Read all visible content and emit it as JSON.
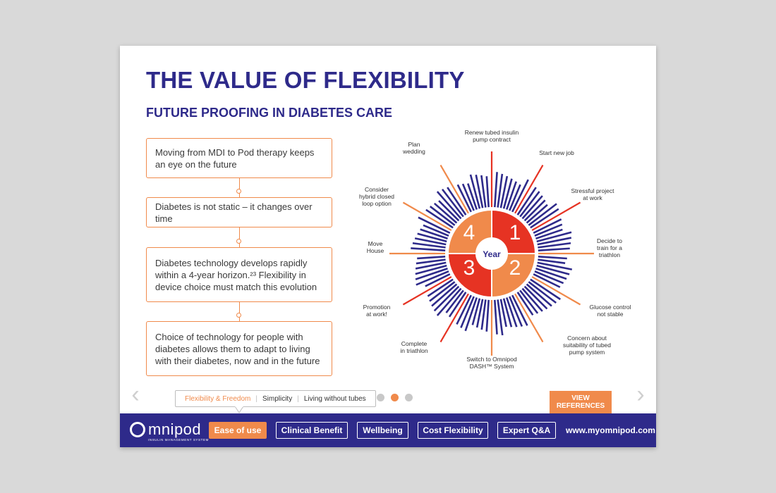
{
  "header": {
    "title": "THE VALUE OF FLEXIBILITY",
    "subtitle": "FUTURE PROOFING IN DIABETES CARE"
  },
  "steps": [
    {
      "text": "Moving from MDI to Pod therapy keeps an eye on the future"
    },
    {
      "text": "Diabetes is not static – it changes over time"
    },
    {
      "text": "Diabetes technology develops rapidly within a 4-year horizon.²³ Flexibility in device choice must match this evolution"
    },
    {
      "text": "Choice of technology for people with diabetes allows them to adapt to living with their diabetes, now and in the future"
    }
  ],
  "wheel": {
    "center_label": "Year",
    "quadrants": [
      "1",
      "2",
      "3",
      "4"
    ],
    "colors": {
      "red": "#e63323",
      "orange": "#f08a4b",
      "navy": "#2e2a8a"
    },
    "labels": [
      "Renew tubed insulin\npump contract",
      "Start new job",
      "Stressful project\nat work",
      "Decide to\ntrain for a\ntriathlon",
      "Glucose control\nnot stable",
      "Concern about\nsuitability of tubed\npump system",
      "Switch to Omnipod\nDASH™ System",
      "Complete\nin triathlon",
      "Promotion\nat work!",
      "Move\nHouse",
      "Consider\nhybrid closed\nloop option",
      "Plan\nwedding"
    ]
  },
  "subnav": {
    "tabs": [
      "Flexibility & Freedom",
      "Simplicity",
      "Living without tubes"
    ],
    "active": 0,
    "page_dots": 3,
    "active_dot": 1
  },
  "view_references": "VIEW\nREFERENCES",
  "footer": {
    "logo_word": "mnipod",
    "logo_tag": "INSULIN MANAGEMENT SYSTEM",
    "buttons": [
      "Ease of use",
      "Clinical Benefit",
      "Wellbeing",
      "Cost Flexibility",
      "Expert Q&A"
    ],
    "website": "www.myomnipod.com"
  },
  "icons": {
    "prev": "chevron-left-icon",
    "next": "chevron-right-icon"
  }
}
